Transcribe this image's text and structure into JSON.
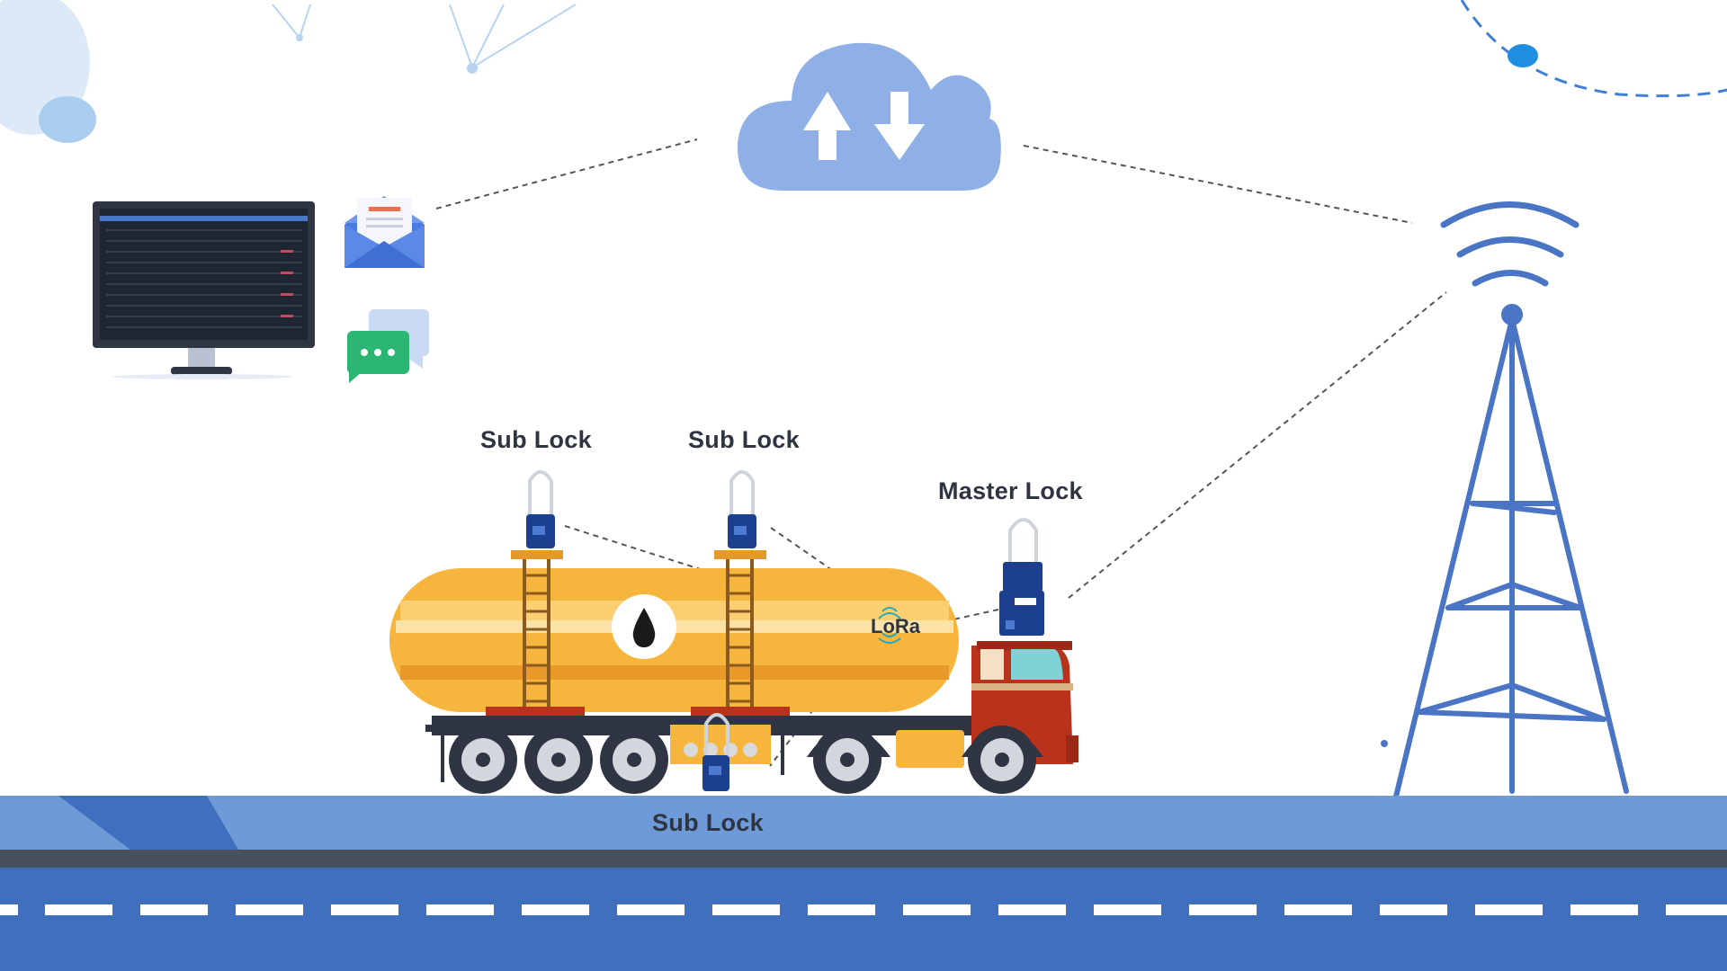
{
  "labels": {
    "sub_lock_left": "Sub Lock",
    "sub_lock_middle": "Sub Lock",
    "sub_lock_bottom": "Sub Lock",
    "master_lock": "Master Lock",
    "lora": "LoRa"
  },
  "icons": [
    "cloud-upload-download-icon",
    "monitor-icon",
    "email-icon",
    "chat-icon",
    "cell-tower-icon",
    "tanker-truck-icon",
    "padlock-icon",
    "oil-drop-icon",
    "lora-signal-icon"
  ],
  "colors": {
    "road": "#3f6fbd",
    "road_top": "#6f9ad8",
    "tank": "#f6b53c",
    "truck_cab": "#b8321c",
    "lock": "#1c3f8f",
    "cloud": "#8fb0e6",
    "tower": "#4a74c4",
    "chat_bubble": "#2bb673"
  }
}
